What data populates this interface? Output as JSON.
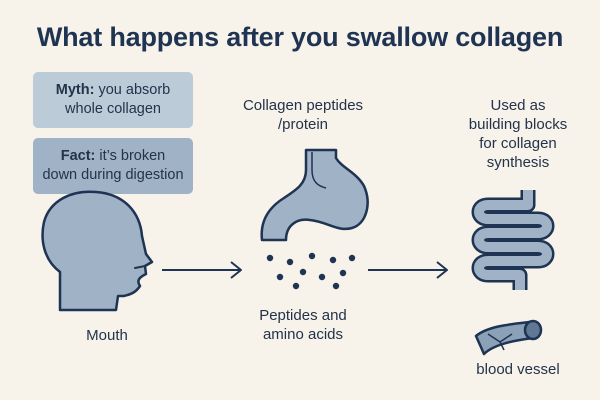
{
  "title": "What happens after you swallow collagen",
  "myth": {
    "label": "Myth:",
    "text_1": "you absorb",
    "text_2": "whole collagen"
  },
  "fact": {
    "label": "Fact:",
    "text_1": "it’s broken",
    "text_2": "down during digestion"
  },
  "stage_labels": {
    "peptides_line1": "Collagen peptides",
    "peptides_line2": "/protein",
    "used_line1": "Used as",
    "used_line2": "building blocks",
    "used_line3": "for collagen",
    "used_line4": "synthesis",
    "mouth": "Mouth",
    "amino_line1": "Peptides and",
    "amino_line2": "amino acids",
    "vessel": "blood vessel"
  },
  "icons": [
    "head-profile-icon",
    "stomach-icon",
    "particles-icon",
    "intestine-icon",
    "blood-vessel-icon",
    "arrow-right-icon"
  ],
  "colors": {
    "background": "#f7f2ea",
    "navy": "#1f3352",
    "organ_fill": "#9fb2c6",
    "myth_box": "#bccbd8",
    "fact_box": "#9fb2c6"
  }
}
